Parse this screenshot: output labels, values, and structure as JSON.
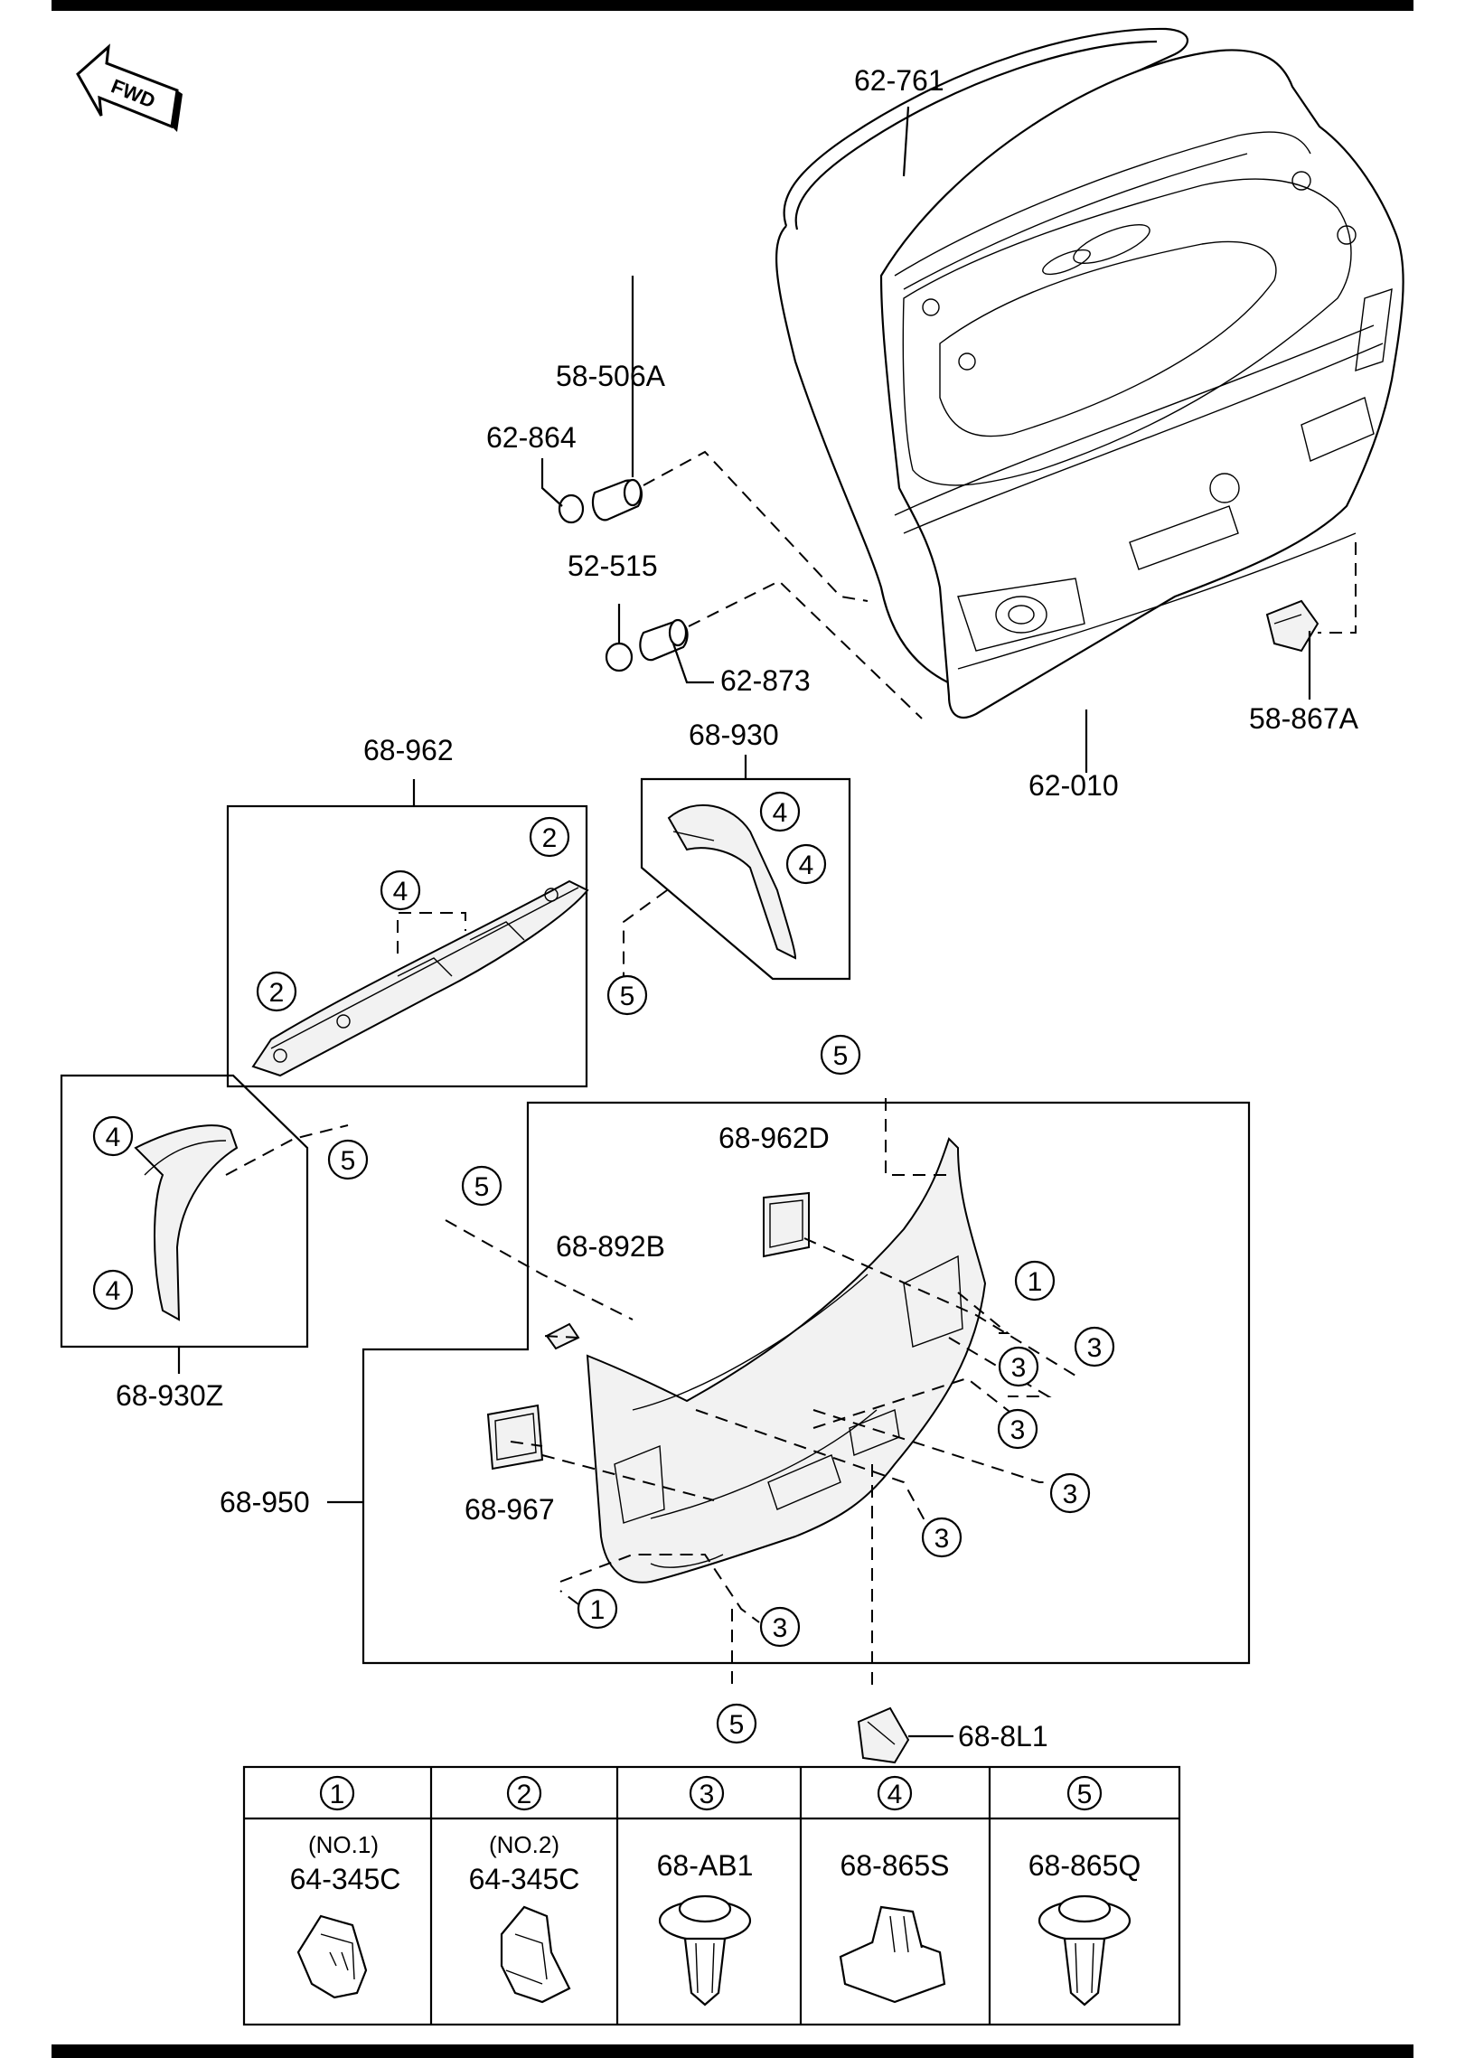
{
  "direction": {
    "label": "FWD"
  },
  "callouts": {
    "p62_761": "62-761",
    "p58_506A": "58-506A",
    "p62_864": "62-864",
    "p52_515": "52-515",
    "p62_873": "62-873",
    "p58_867A": "58-867A",
    "p62_010": "62-010",
    "p68_962": "68-962",
    "p68_930": "68-930",
    "p68_962D": "68-962D",
    "p68_892B": "68-892B",
    "p68_930Z": "68-930Z",
    "p68_950": "68-950",
    "p68_967": "68-967",
    "p68_8L1": "68-8L1"
  },
  "circle_refs": [
    "1",
    "2",
    "3",
    "4",
    "5"
  ],
  "legend": {
    "columns": [
      {
        "num": "1",
        "sub": "(NO.1)",
        "part": "64-345C"
      },
      {
        "num": "2",
        "sub": "(NO.2)",
        "part": "64-345C"
      },
      {
        "num": "3",
        "sub": "",
        "part": "68-AB1"
      },
      {
        "num": "4",
        "sub": "",
        "part": "68-865S"
      },
      {
        "num": "5",
        "sub": "",
        "part": "68-865Q"
      }
    ]
  }
}
